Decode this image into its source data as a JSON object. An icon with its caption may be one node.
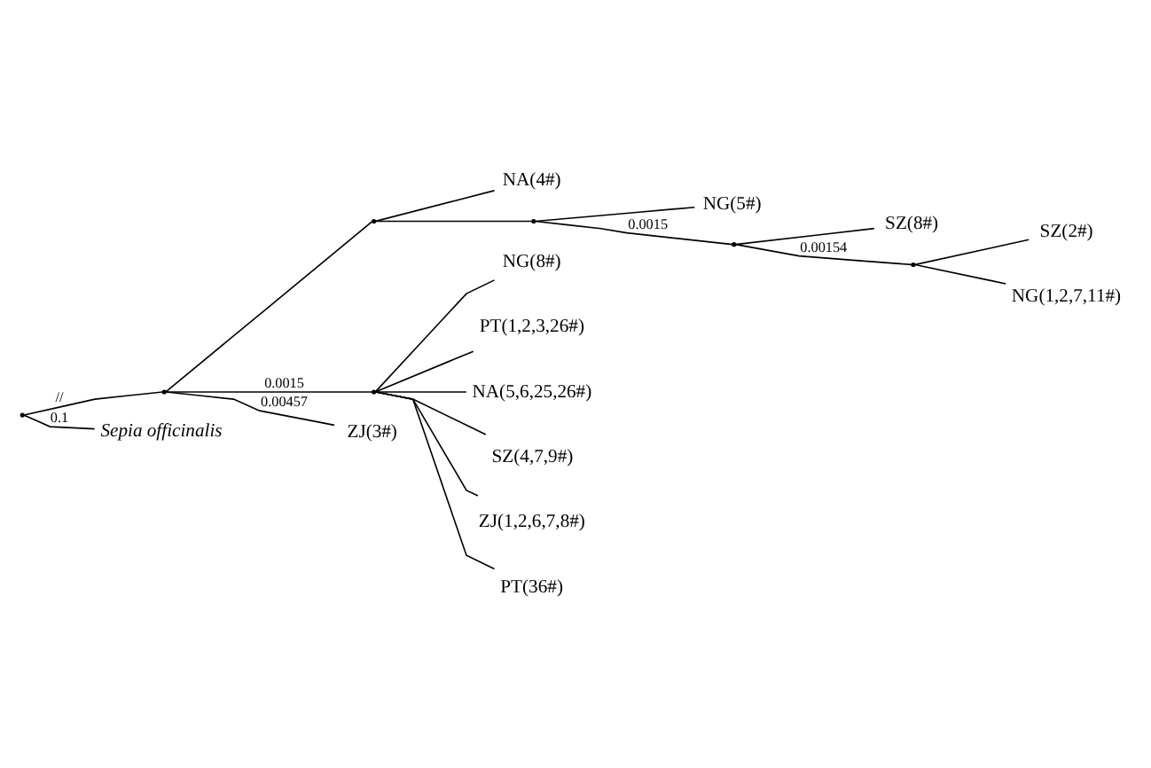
{
  "diagram": {
    "nodes": [
      {
        "text": [],
        "shape": "point"
      },
      {
        "text": [],
        "shape": "point"
      },
      {
        "text": [],
        "shape": "point"
      },
      {
        "text": [
          "NA(4#)"
        ]
      },
      {
        "text": [],
        "shape": "point"
      },
      {
        "text": [
          "NG(5#)"
        ]
      },
      {
        "text": [],
        "shape": "point"
      },
      {
        "text": [
          "SZ(8#)"
        ]
      },
      {
        "text": [],
        "shape": "point"
      },
      {
        "text": [
          "SZ(2#)"
        ]
      },
      {
        "text": [
          "NG(1,2,7,11#)"
        ]
      },
      {
        "text": [],
        "shape": "point"
      },
      {
        "text": [
          "NG(8#)"
        ]
      },
      {
        "text": [
          "PT(1,2,3,26#)"
        ]
      },
      {
        "text": [
          "NA(5,6,25,26#)"
        ]
      },
      {
        "text": [
          "SZ(4,7,9#)"
        ]
      },
      {
        "text": [
          "ZJ(1,2,6,7,8#)"
        ]
      },
      {
        "text": [
          "PT(36#)"
        ]
      },
      {
        "text": [
          "ZJ(3#)"
        ]
      },
      {
        "text": [
          "Sepia officinalis"
        ]
      }
    ],
    "edges": [
      {
        "from": 0,
        "to": 1,
        "arrow": "none",
        "label": "//"
      },
      {
        "from": 1,
        "to": 2,
        "arrow": "none"
      },
      {
        "from": 2,
        "to": 3,
        "arrow": "none"
      },
      {
        "from": 2,
        "to": 4,
        "arrow": "none"
      },
      {
        "from": 4,
        "to": 5,
        "arrow": "none"
      },
      {
        "from": 4,
        "to": 6,
        "arrow": "none",
        "label": "0.0015"
      },
      {
        "from": 6,
        "to": 7,
        "arrow": "none"
      },
      {
        "from": 6,
        "to": 8,
        "arrow": "none",
        "label": "0.00154"
      },
      {
        "from": 8,
        "to": 9,
        "arrow": "none"
      },
      {
        "from": 8,
        "to": 10,
        "arrow": "none"
      },
      {
        "from": 1,
        "to": 11,
        "arrow": "none",
        "label": "0.0015"
      },
      {
        "from": 11,
        "to": 12,
        "arrow": "none"
      },
      {
        "from": 11,
        "to": 13,
        "arrow": "none"
      },
      {
        "from": 11,
        "to": 14,
        "arrow": "none"
      },
      {
        "from": 11,
        "to": 15,
        "arrow": "none"
      },
      {
        "from": 11,
        "to": 16,
        "arrow": "none"
      },
      {
        "from": 11,
        "to": 17,
        "arrow": "none"
      },
      {
        "from": 1,
        "to": 18,
        "arrow": "none",
        "label": "0.00457"
      },
      {
        "from": 0,
        "to": 19,
        "arrow": "none",
        "label": "0.1"
      }
    ]
  }
}
